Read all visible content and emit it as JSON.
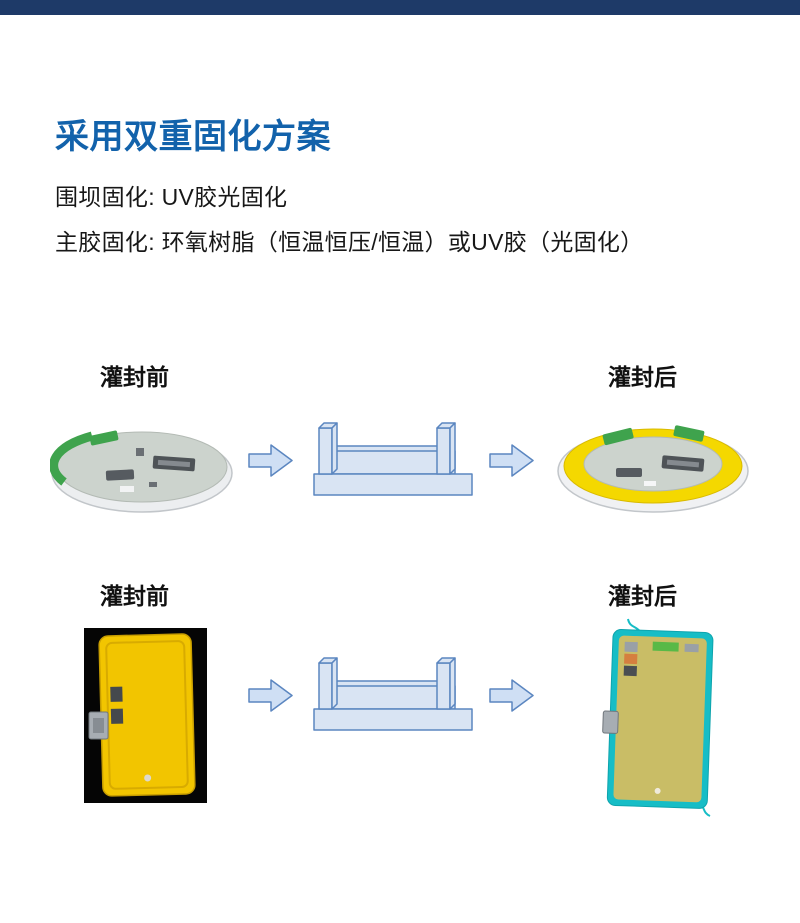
{
  "header": {
    "title": "采用双重固化方案",
    "dam_curing": "围坝固化: UV胶光固化",
    "main_curing": "主胶固化: 环氧树脂（恒温恒压/恒温）或UV胶（光固化）"
  },
  "diagram": {
    "rows": [
      {
        "name": "round-module-potting",
        "before_label": "灌封前",
        "after_label": "灌封后"
      },
      {
        "name": "rect-module-potting",
        "before_label": "灌封前",
        "after_label": "灌封后"
      }
    ],
    "arrow_icon": "block-arrow-right",
    "tray_icon": "potting-tray"
  },
  "colors": {
    "top_bar": "#1e3a68",
    "title_blue": "#1262ab",
    "body_text": "#171717",
    "arrow_fill": "#cfdff4",
    "arrow_stroke": "#5b86c0",
    "tray_fill": "#d9e4f3",
    "tray_stroke": "#5b86c0",
    "potting_yellow": "#f4d800",
    "pcb_green": "#3fa34d",
    "device_yellow": "#f2c500",
    "cured_teal": "#16bdc6",
    "cured_khaki": "#c9bd66"
  }
}
